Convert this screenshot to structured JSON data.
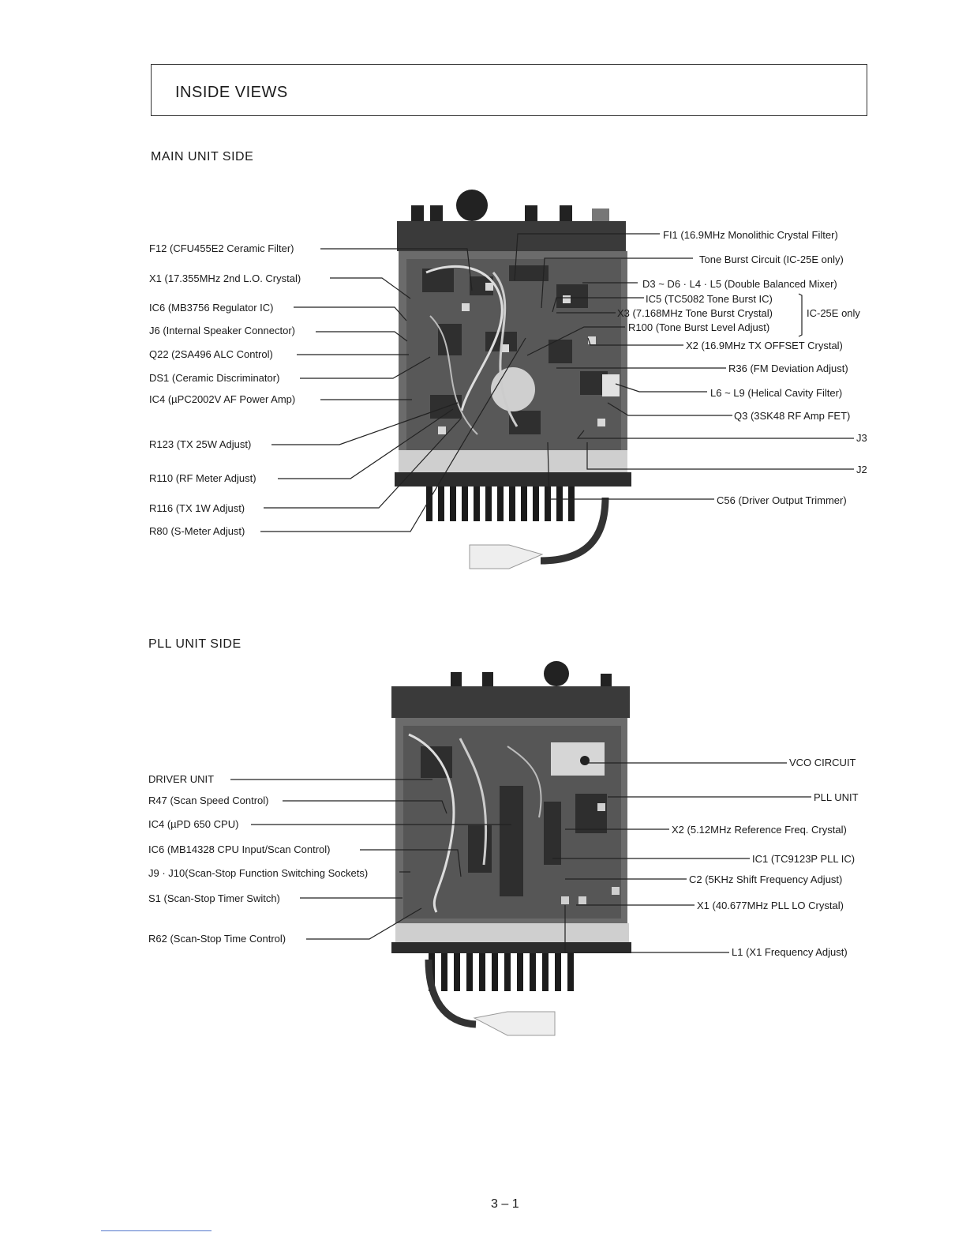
{
  "title": "INSIDE VIEWS",
  "main_section": {
    "heading": "MAIN UNIT SIDE",
    "left_labels": [
      "F12 (CFU455E2 Ceramic Filter)",
      "X1 (17.355MHz 2nd L.O. Crystal)",
      "IC6 (MB3756 Regulator IC)",
      "J6 (Internal Speaker Connector)",
      "Q22 (2SA496 ALC Control)",
      "DS1 (Ceramic Discriminator)",
      "IC4 (µPC2002V AF Power Amp)",
      "R123 (TX 25W Adjust)",
      "R110 (RF Meter Adjust)",
      "R116 (TX 1W Adjust)",
      "R80 (S-Meter Adjust)"
    ],
    "right_labels": [
      "FI1 (16.9MHz Monolithic Crystal Filter)",
      "Tone Burst Circuit (IC-25E only)",
      "D3 ~ D6 · L4 · L5 (Double Balanced Mixer)",
      "IC5 (TC5082 Tone Burst IC)",
      "X3 (7.168MHz Tone Burst Crystal)",
      "R100 (Tone Burst Level Adjust)",
      "X2 (16.9MHz TX OFFSET Crystal)",
      "R36 (FM Deviation Adjust)",
      "L6 ~ L9 (Helical Cavity Filter)",
      "Q3 (3SK48 RF Amp FET)",
      "J3",
      "J2",
      "C56 (Driver Output Trimmer)"
    ],
    "bracket_note": "IC-25E only"
  },
  "pll_section": {
    "heading": "PLL UNIT SIDE",
    "left_labels": [
      "DRIVER UNIT",
      "R47 (Scan Speed Control)",
      "IC4 (µPD 650 CPU)",
      "IC6 (MB14328 CPU Input/Scan Control)",
      "J9 · J10(Scan-Stop Function Switching Sockets)",
      "S1 (Scan-Stop Timer Switch)",
      "R62 (Scan-Stop Time Control)"
    ],
    "right_labels": [
      "VCO CIRCUIT",
      "PLL UNIT",
      "X2 (5.12MHz Reference Freq. Crystal)",
      "IC1 (TC9123P PLL IC)",
      "C2 (5KHz Shift Frequency Adjust)",
      "X1 (40.677MHz PLL LO Crystal)",
      "L1 (X1 Frequency Adjust)"
    ]
  },
  "page_number": "3 – 1"
}
